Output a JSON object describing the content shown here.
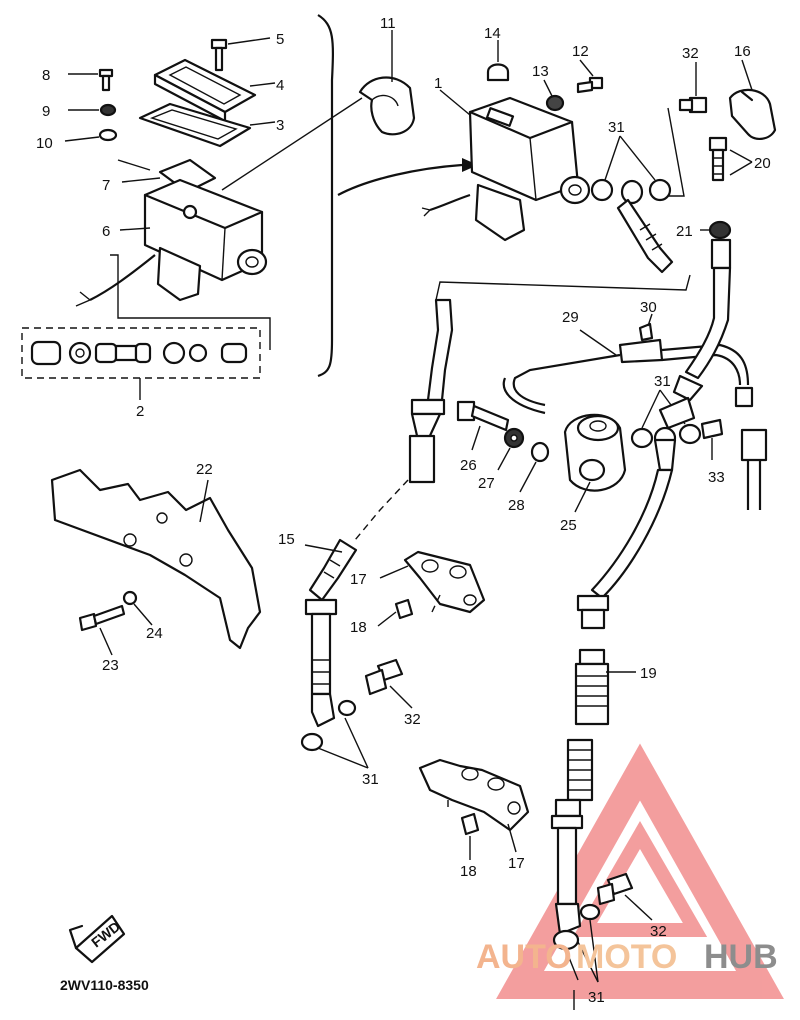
{
  "diagram": {
    "drawing_code": "2WV110-8350",
    "fwd_badge": "FWD",
    "callouts": {
      "n1": "1",
      "n2": "2",
      "n3": "3",
      "n4": "4",
      "n5": "5",
      "n6": "6",
      "n7": "7",
      "n8": "8",
      "n9": "9",
      "n10": "10",
      "n11": "11",
      "n12": "12",
      "n13": "13",
      "n14": "14",
      "n15": "15",
      "n16": "16",
      "n17": "17",
      "n18": "18",
      "n19": "19",
      "n20": "20",
      "n21": "21",
      "n22": "22",
      "n23": "23",
      "n24": "24",
      "n25": "25",
      "n26": "26",
      "n27": "27",
      "n28": "28",
      "n29": "29",
      "n30": "30",
      "n31": "31",
      "n32": "32",
      "n33": "33"
    }
  },
  "watermark": {
    "part1": "AUTO",
    "part2": "MOTO",
    "part3": "HUB",
    "colors": {
      "primary": "#f3b48e",
      "accent": "#f4c49a",
      "dark": "#8d8d8d",
      "mark": "#f07e7e"
    }
  }
}
